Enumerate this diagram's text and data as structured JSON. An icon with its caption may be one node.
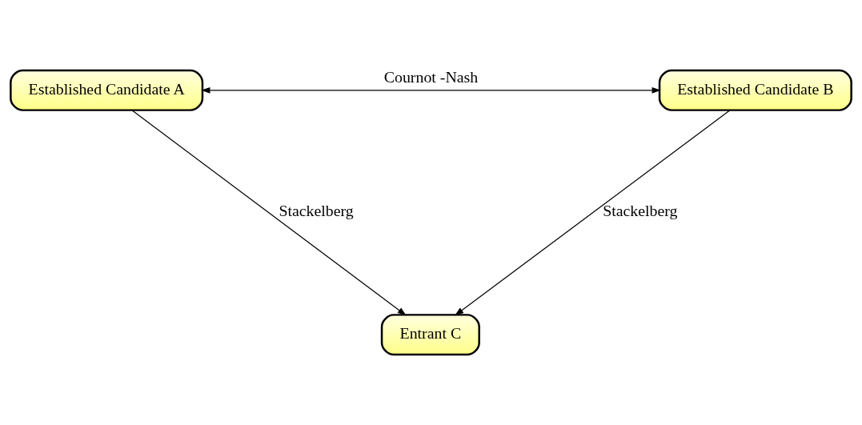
{
  "diagram": {
    "nodes": [
      {
        "text": [
          "Established Candidate A"
        ]
      },
      {
        "text": [
          "Established Candidate B"
        ]
      },
      {
        "text": [
          "Entrant C"
        ]
      }
    ],
    "edges": [
      {
        "from": 0,
        "to": 1,
        "arrow": "both",
        "label": "Cournot -Nash"
      },
      {
        "from": 0,
        "to": 2,
        "arrow": "to",
        "label": "Stackelberg"
      },
      {
        "from": 1,
        "to": 2,
        "arrow": "to",
        "label": "Stackelberg"
      }
    ]
  }
}
